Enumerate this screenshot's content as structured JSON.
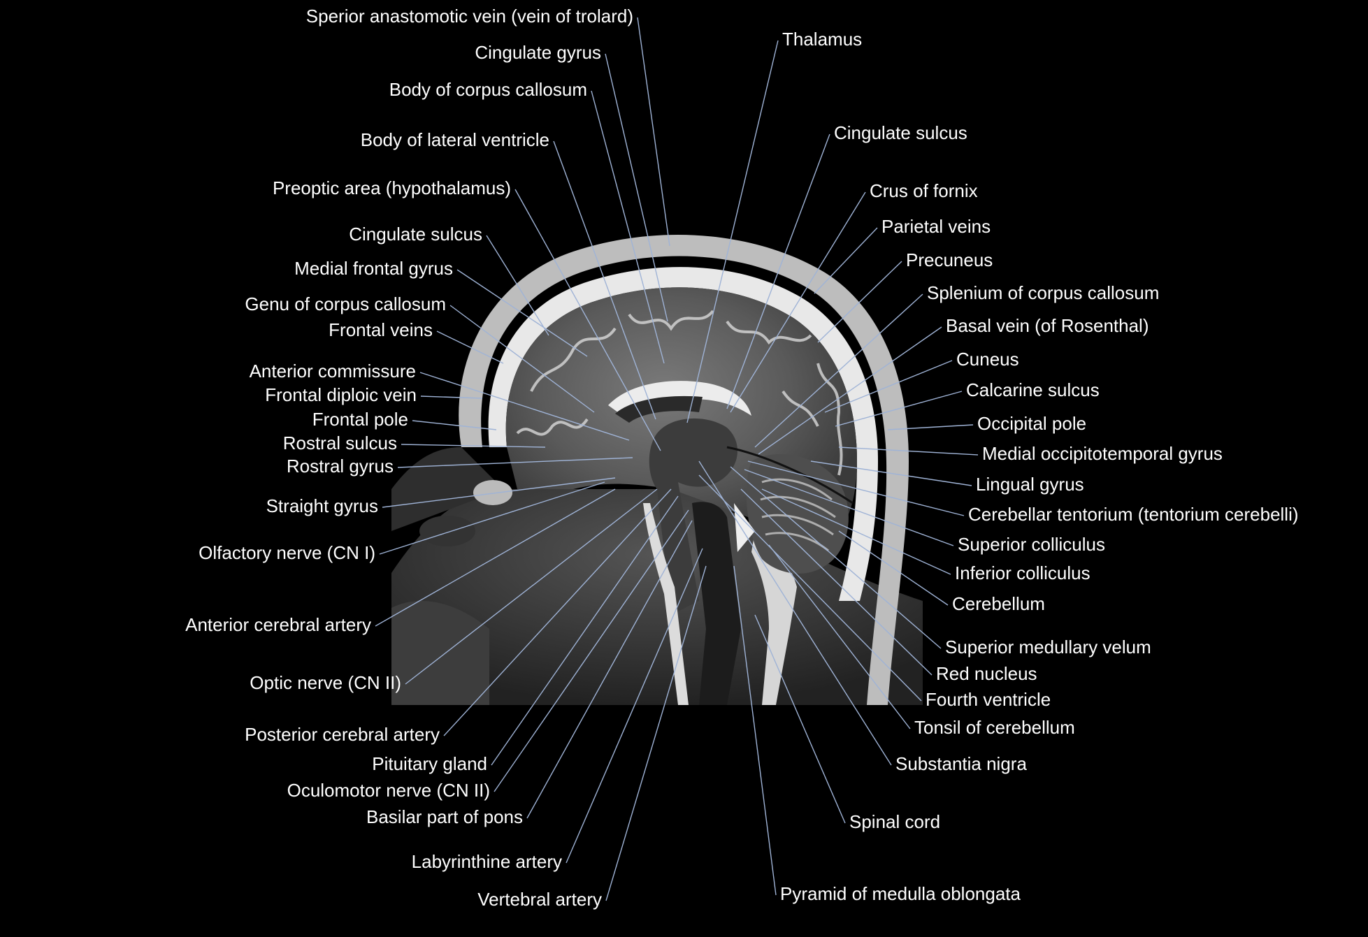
{
  "colors": {
    "background": "#000000",
    "label_text": "#ffffff",
    "leader_line": "#9fb3d6"
  },
  "image": {
    "description_icon": "sagittal-mri-brain-image"
  },
  "labels": {
    "left": [
      "Sperior anastomotic vein (vein of trolard)",
      "Cingulate gyrus",
      "Body of corpus callosum",
      "Body of lateral ventricle",
      "Preoptic area (hypothalamus)",
      "Cingulate sulcus",
      "Medial frontal gyrus",
      "Genu of corpus callosum",
      "Frontal veins",
      "Anterior commissure",
      "Frontal diploic vein",
      "Frontal pole",
      "Rostral sulcus",
      "Rostral gyrus",
      "Straight gyrus",
      "Olfactory nerve (CN I)",
      "Anterior cerebral artery",
      "Optic nerve (CN II)",
      "Posterior cerebral artery",
      "Pituitary gland",
      "Oculomotor nerve (CN II)",
      "Basilar part of pons",
      "Labyrinthine artery",
      "Vertebral artery"
    ],
    "right": [
      "Thalamus",
      "Cingulate sulcus",
      "Crus of fornix",
      "Parietal veins",
      "Precuneus",
      "Splenium of corpus callosum",
      "Basal vein (of Rosenthal)",
      "Cuneus",
      "Calcarine sulcus",
      "Occipital pole",
      "Medial occipitotemporal gyrus",
      "Lingual gyrus",
      "Cerebellar tentorium (tentorium cerebelli)",
      "Superior colliculus",
      "Inferior colliculus",
      "Cerebellum",
      "Superior medullary velum",
      "Red nucleus",
      "Fourth ventricle",
      "Tonsil of cerebellum",
      "Substantia nigra",
      "Spinal cord",
      "Pyramid of medulla oblongata"
    ]
  }
}
